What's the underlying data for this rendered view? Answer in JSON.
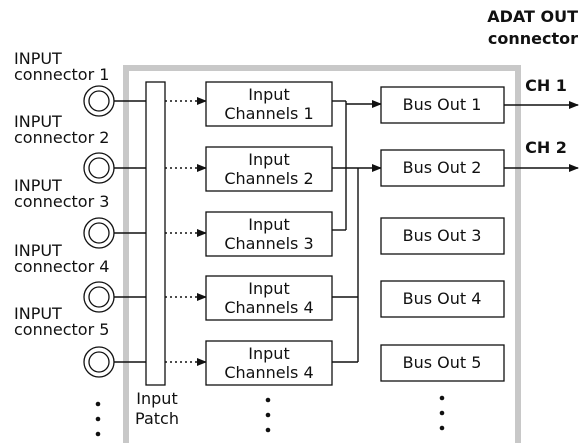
{
  "adat_out": {
    "line1": "ADAT OUT",
    "line2": "connector"
  },
  "channels_out": [
    "CH 1",
    "CH 2"
  ],
  "input_connectors": [
    {
      "line1": "INPUT",
      "line2": "connector 1"
    },
    {
      "line1": "INPUT",
      "line2": "connector 2"
    },
    {
      "line1": "INPUT",
      "line2": "connector 3"
    },
    {
      "line1": "INPUT",
      "line2": "connector 4"
    },
    {
      "line1": "INPUT",
      "line2": "connector 5"
    }
  ],
  "input_patch": {
    "line1": "Input",
    "line2": "Patch"
  },
  "input_channels": [
    {
      "line1": "Input",
      "line2": "Channels 1"
    },
    {
      "line1": "Input",
      "line2": "Channels 2"
    },
    {
      "line1": "Input",
      "line2": "Channels 3"
    },
    {
      "line1": "Input",
      "line2": "Channels 4"
    },
    {
      "line1": "Input",
      "line2": "Channels 4"
    }
  ],
  "bus_outs": [
    "Bus Out 1",
    "Bus Out 2",
    "Bus Out 3",
    "Bus Out 4",
    "Bus Out 5"
  ],
  "colors": {
    "frame": "#c8c8c8",
    "line": "#111111"
  }
}
